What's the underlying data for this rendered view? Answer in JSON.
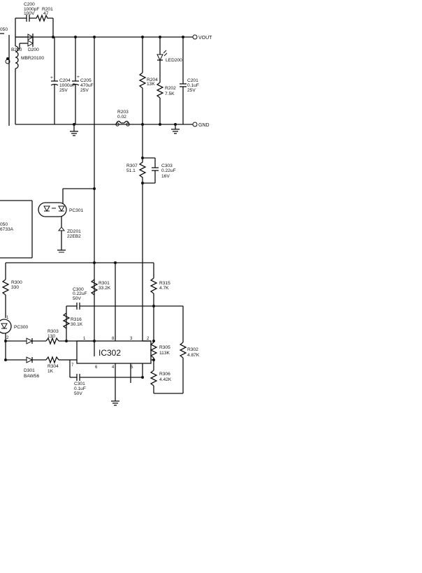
{
  "terminals": {
    "vout": "VOUT",
    "gnd": "GND"
  },
  "parts": {
    "c200": {
      "ref": "C200",
      "v1": "1000pF",
      "v2": "100V"
    },
    "r201": {
      "ref": "R201",
      "v1": "47"
    },
    "t_left": {
      "ref": "050"
    },
    "b200": {
      "ref": "B200"
    },
    "d200": {
      "ref": "D200",
      "v1": "MBR20100"
    },
    "c204": {
      "ref": "C204",
      "v1": "1000uF",
      "v2": "25V"
    },
    "c205": {
      "ref": "C205",
      "v1": "470uF",
      "v2": "25V"
    },
    "r204": {
      "ref": "R204",
      "v1": "13K"
    },
    "led200": {
      "ref": "LED200"
    },
    "r202": {
      "ref": "R202",
      "v1": "7.5K"
    },
    "c201": {
      "ref": "C201",
      "v1": "0.1uF",
      "v2": "25V"
    },
    "r203": {
      "ref": "R203",
      "v1": "0.02"
    },
    "r307": {
      "ref": "R307",
      "v1": "51.1"
    },
    "c303": {
      "ref": "C303",
      "v1": "0.22uF",
      "v2": "16V"
    },
    "pc301": {
      "ref": "PC301"
    },
    "zd201": {
      "ref": "ZD201",
      "v1": "22EB2"
    },
    "left_part": {
      "ref": "050",
      "v1": "6733A"
    },
    "r300": {
      "ref": "R300",
      "v1": "330"
    },
    "pc300": {
      "ref": "PC300"
    },
    "r301": {
      "ref": "R301",
      "v1": "33.2K"
    },
    "r315": {
      "ref": "R315",
      "v1": "4.7K"
    },
    "c300": {
      "ref": "C300",
      "v1": "0.22uF",
      "v2": "50V"
    },
    "r316": {
      "ref": "R316",
      "v1": "30.1K"
    },
    "r303": {
      "ref": "R303",
      "v1": "130"
    },
    "r305": {
      "ref": "R305",
      "v1": "113K"
    },
    "r302": {
      "ref": "R302",
      "v1": "4.87K"
    },
    "d301": {
      "ref": "D301",
      "v1": "BAW56"
    },
    "r304": {
      "ref": "R304",
      "v1": "1K"
    },
    "r306": {
      "ref": "R306",
      "v1": "4.42K"
    },
    "c301": {
      "ref": "C301",
      "v1": "0.1uF",
      "v2": "50V"
    }
  },
  "ic302": {
    "ref": "IC302",
    "pins": {
      "p1": "1",
      "p2": "2",
      "p3": "3",
      "p4": "4",
      "p5": "5",
      "p6": "6",
      "p7": "7",
      "p8": "8"
    }
  },
  "pc300_pins": {
    "p1": "1",
    "p2": "2"
  },
  "polarity": {
    "plus": "+"
  }
}
